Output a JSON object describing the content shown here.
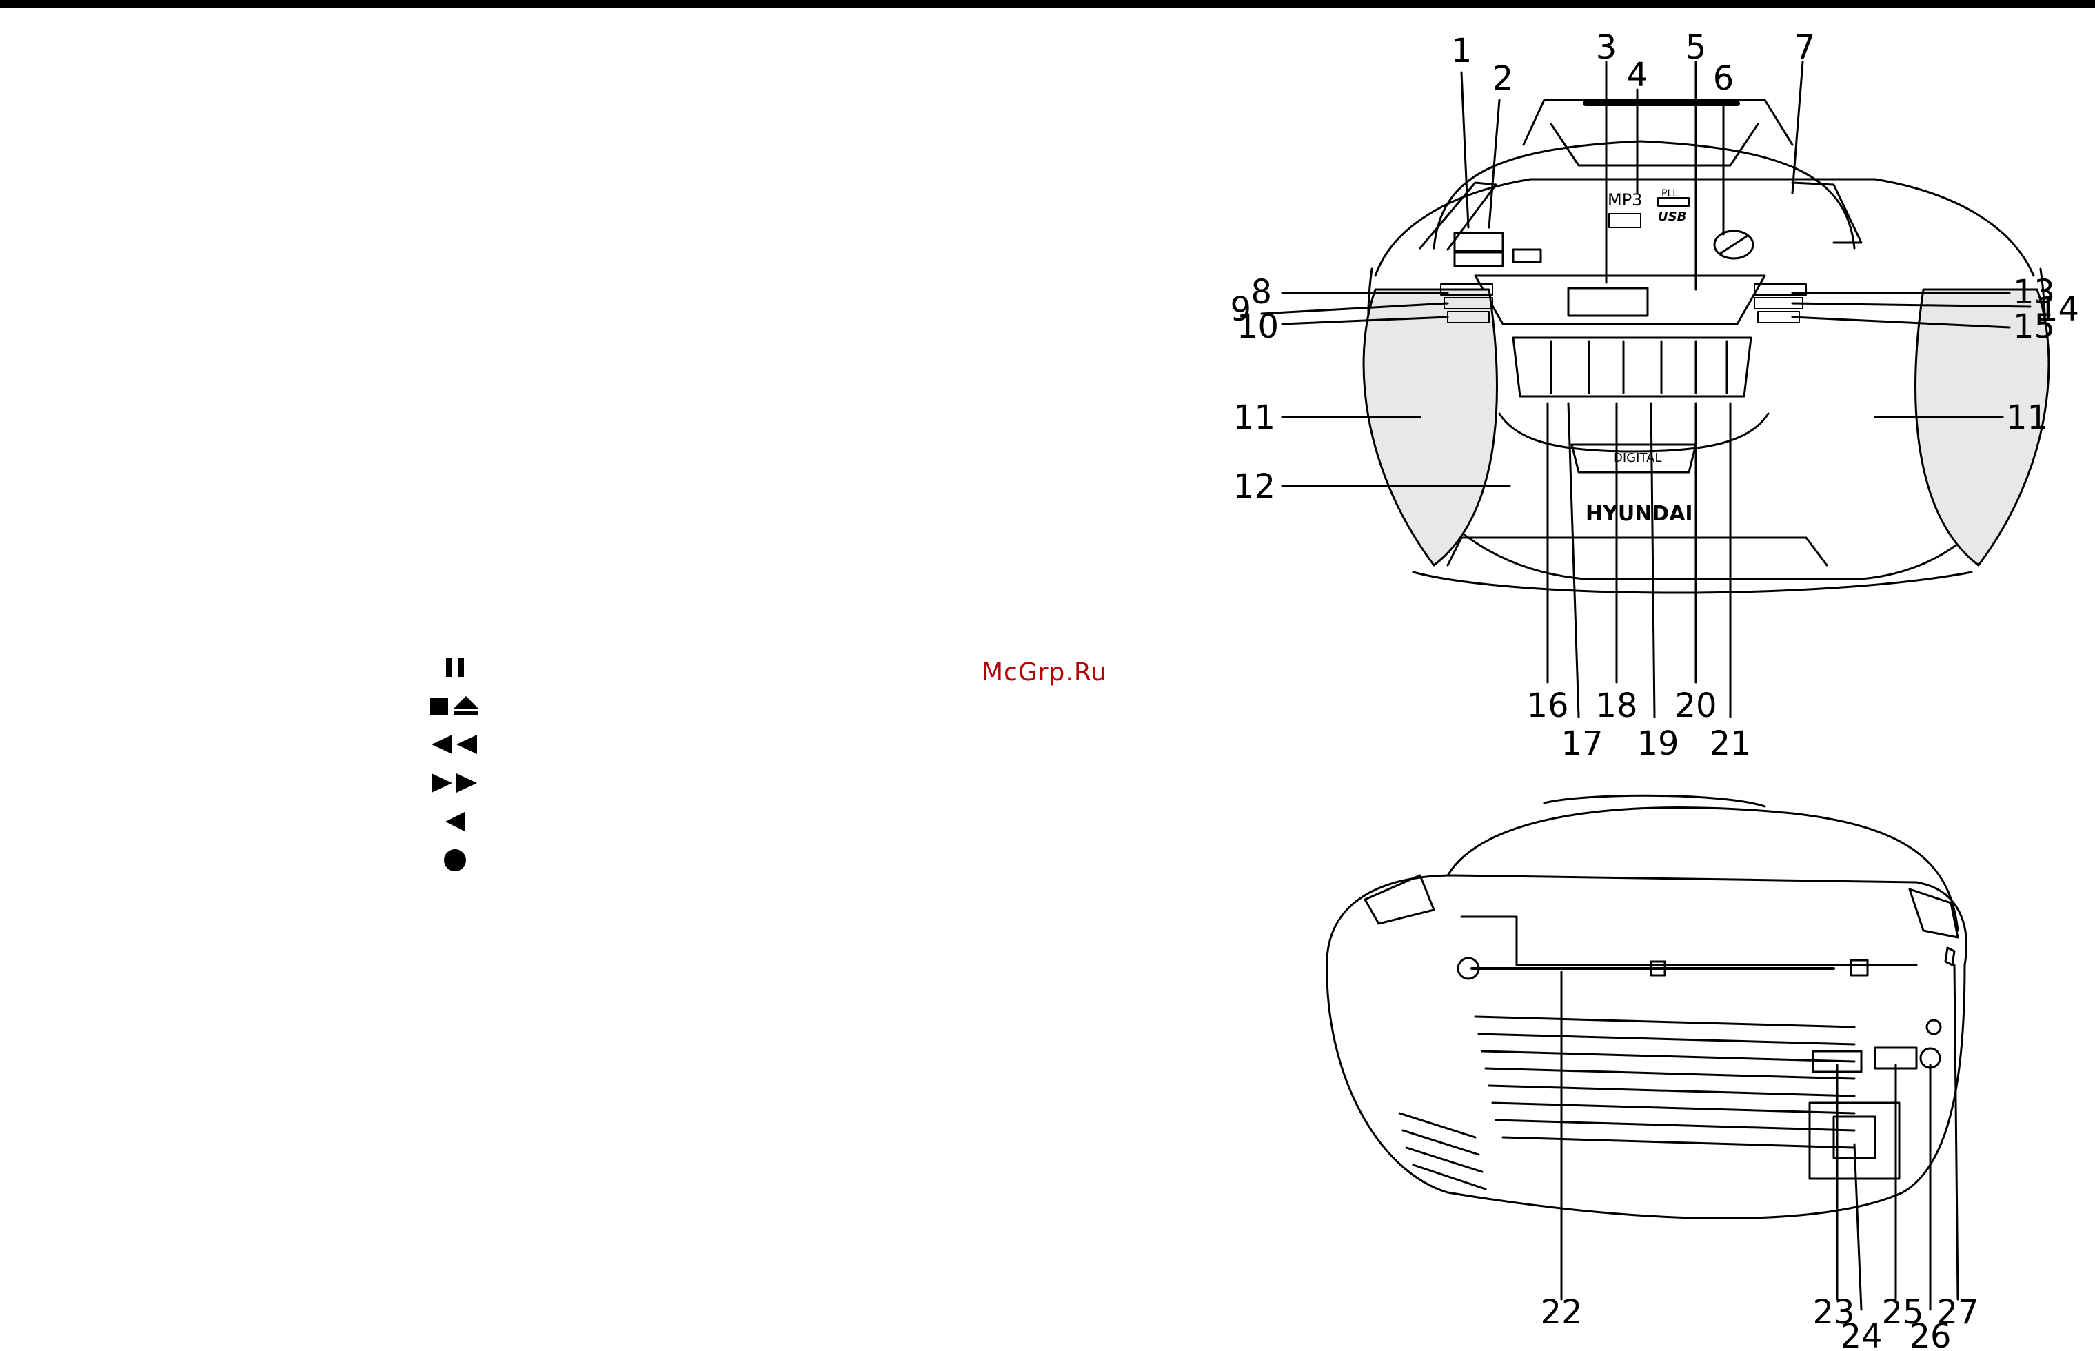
{
  "watermark": "McGrp.Ru",
  "front_view": {
    "brand_logo": "HYUNDAI",
    "panel_text": {
      "mp3": "MP3",
      "pll": "PLL",
      "usb": "USB",
      "digital": "DIGITAL"
    },
    "labels": [
      "1",
      "2",
      "3",
      "4",
      "5",
      "6",
      "7",
      "8",
      "9",
      "10",
      "11",
      "12",
      "13",
      "14",
      "15",
      "16",
      "17",
      "18",
      "19",
      "20",
      "21",
      "11"
    ]
  },
  "rear_view": {
    "labels": [
      "22",
      "23",
      "24",
      "25",
      "26",
      "27"
    ]
  },
  "cassette_symbols": [
    {
      "name": "pause",
      "icon": "pause-icon"
    },
    {
      "name": "stop-eject",
      "icon": "stop-eject-icon"
    },
    {
      "name": "rewind",
      "icon": "rewind-icon"
    },
    {
      "name": "fast-forward",
      "icon": "fast-forward-icon"
    },
    {
      "name": "play",
      "icon": "play-icon"
    },
    {
      "name": "record",
      "icon": "record-icon"
    }
  ]
}
